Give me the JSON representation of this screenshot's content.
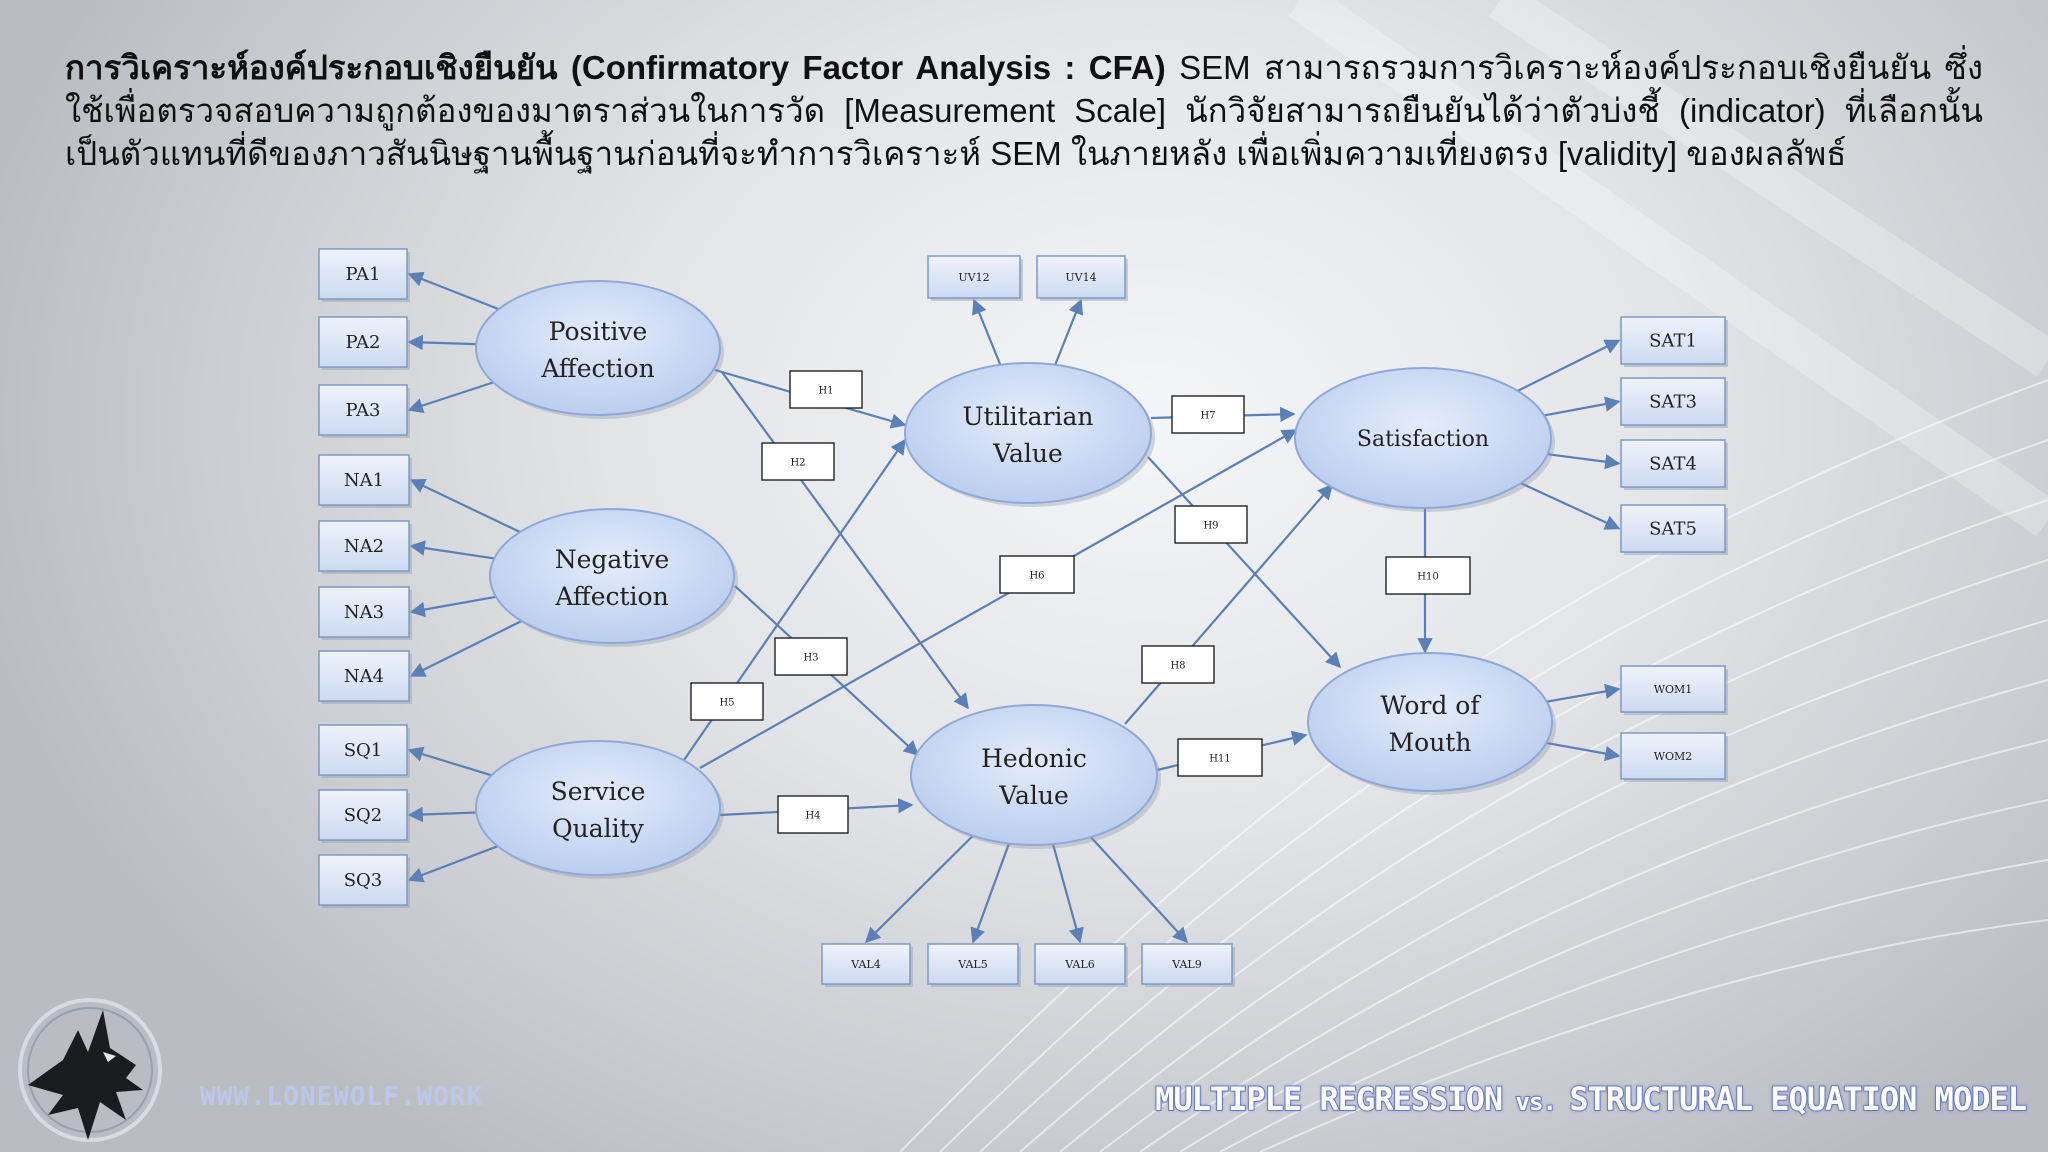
{
  "intro": {
    "bold": "การวิเคราะห์องค์ประกอบเชิงยืนยัน (Confirmatory Factor Analysis : CFA)",
    "rest": " SEM สามารถรวมการวิเคราะห์องค์ประกอบเชิงยืนยัน ซึ่งใช้เพื่อตรวจสอบความถูกต้องของมาตราส่วนในการวัด [Measurement Scale] นักวิจัยสามารถยืนยันได้ว่าตัวบ่งชี้ (indicator) ที่เลือกนั้นเป็นตัวแทนที่ดีของภาวสันนิษฐานพื้นฐานก่อนที่จะทำการวิเคราะห์ SEM ในภายหลัง เพื่อเพิ่มความเที่ยงตรง [validity] ของผลลัพธ์"
  },
  "diagram": {
    "constructs": [
      {
        "id": "pa",
        "lines": [
          "Positive",
          "Affection"
        ]
      },
      {
        "id": "na",
        "lines": [
          "Negative",
          "Affection"
        ]
      },
      {
        "id": "sq",
        "lines": [
          "Service",
          "Quality"
        ]
      },
      {
        "id": "uv",
        "lines": [
          "Utilitarian",
          "Value"
        ]
      },
      {
        "id": "hv",
        "lines": [
          "Hedonic",
          "Value"
        ]
      },
      {
        "id": "sat",
        "lines": [
          "Satisfaction"
        ]
      },
      {
        "id": "wom",
        "lines": [
          "Word of",
          "Mouth"
        ]
      }
    ],
    "indicators": {
      "pa": [
        "PA1",
        "PA2",
        "PA3"
      ],
      "na": [
        "NA1",
        "NA2",
        "NA3",
        "NA4"
      ],
      "sq": [
        "SQ1",
        "SQ2",
        "SQ3"
      ],
      "uv": [
        "UV12",
        "UV14"
      ],
      "sat": [
        "SAT1",
        "SAT3",
        "SAT4",
        "SAT5"
      ],
      "wom": [
        "WOM1",
        "WOM2"
      ],
      "hv": [
        "VAL4",
        "VAL5",
        "VAL6",
        "VAL9"
      ]
    },
    "hypotheses": [
      {
        "label": "H1",
        "from": "pa",
        "to": "uv"
      },
      {
        "label": "H2",
        "from": "pa",
        "to": "hv"
      },
      {
        "label": "H3",
        "from": "na",
        "to": "hv"
      },
      {
        "label": "H4",
        "from": "sq",
        "to": "hv"
      },
      {
        "label": "H5",
        "from": "sq",
        "to": "uv"
      },
      {
        "label": "H6",
        "from": "sq",
        "to": "sat"
      },
      {
        "label": "H7",
        "from": "uv",
        "to": "sat"
      },
      {
        "label": "H8",
        "from": "hv",
        "to": "sat"
      },
      {
        "label": "H9",
        "from": "uv",
        "to": "wom"
      },
      {
        "label": "H10",
        "from": "sat",
        "to": "wom"
      },
      {
        "label": "H11",
        "from": "hv",
        "to": "wom"
      }
    ]
  },
  "footer": {
    "url": "WWW.LONEWOLF.WORK",
    "title_left": "MULTIPLE REGRESSION",
    "title_vs": " vs. ",
    "title_right": "STRUCTURAL EQUATION MODEL"
  },
  "colors": {
    "ellipse_fill": "#c6d6f2",
    "ellipse_stroke": "#8fa8d6",
    "box_fill": "#dfe8f7",
    "box_stroke": "#7f98c6",
    "arrow": "#5b7fb7"
  }
}
